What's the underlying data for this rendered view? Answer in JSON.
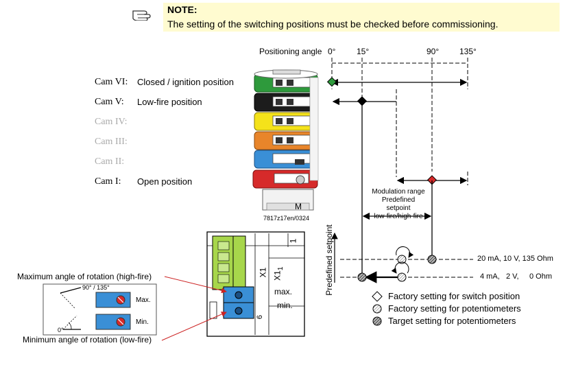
{
  "note": {
    "title": "NOTE:",
    "text": "The setting of the switching positions must be checked before commissioning.",
    "icon": "pointing-hand-icon"
  },
  "cams": [
    {
      "id": "Cam VI:",
      "desc": "Closed / ignition position",
      "color": "#2e9a3c",
      "active": true
    },
    {
      "id": "Cam V:",
      "desc": "Low-fire position",
      "color": "#1c1c1c",
      "active": true
    },
    {
      "id": "Cam IV:",
      "desc": "",
      "color": "#f4e21a",
      "active": false
    },
    {
      "id": "Cam III:",
      "desc": "",
      "color": "#e8852a",
      "active": false
    },
    {
      "id": "Cam II:",
      "desc": "",
      "color": "#3a8fd6",
      "active": false
    },
    {
      "id": "Cam I:",
      "desc": "Open position",
      "color": "#d62a2a",
      "active": true
    }
  ],
  "actuator_label": "M",
  "figure_code": "7817z17en/0324",
  "positioning": {
    "label": "Positioning angle",
    "ticks": [
      "0°",
      "15°",
      "90°",
      "135°"
    ]
  },
  "modulation": {
    "line1": "Modulation range",
    "line2": "Predefined setpoint",
    "line3": "low-fire/high-fire"
  },
  "setpoint_axis_label": "Predefined setpoint",
  "signals": {
    "high": "20 mA, 10 V, 135 Ohm",
    "low_ma": "4 mA,",
    "low_v": "2 V,",
    "low_ohm": "0 Ohm"
  },
  "legend": [
    {
      "text": "Factory setting for switch position",
      "symbol": "diamond-icon"
    },
    {
      "text": "Factory setting for potentiometers",
      "symbol": "hatched-circle-light-icon"
    },
    {
      "text": "Target setting for potentiometers",
      "symbol": "hatched-circle-dark-icon"
    }
  ],
  "terminal": {
    "x1": "X1",
    "x1_1": "X1",
    "x1_1_sub": "1",
    "one": "1",
    "max": "max.",
    "min": "min.",
    "six": "6"
  },
  "pots": {
    "max_label": "Maximum angle of rotation (high-fire)",
    "min_label": "Minimum angle of rotation (low-fire)",
    "angle_top": "90° / 135°",
    "angle_bottom": "0°",
    "max_short": "Max.",
    "min_short": "Min."
  },
  "colors": {
    "note_bg": "#fffbd0",
    "diamond_green": "#2e9a3c",
    "diamond_red": "#d62a2a",
    "pot_blue": "#3a8fd6",
    "terminal_green": "#a7d64b",
    "arrow_red": "#cc2222"
  }
}
